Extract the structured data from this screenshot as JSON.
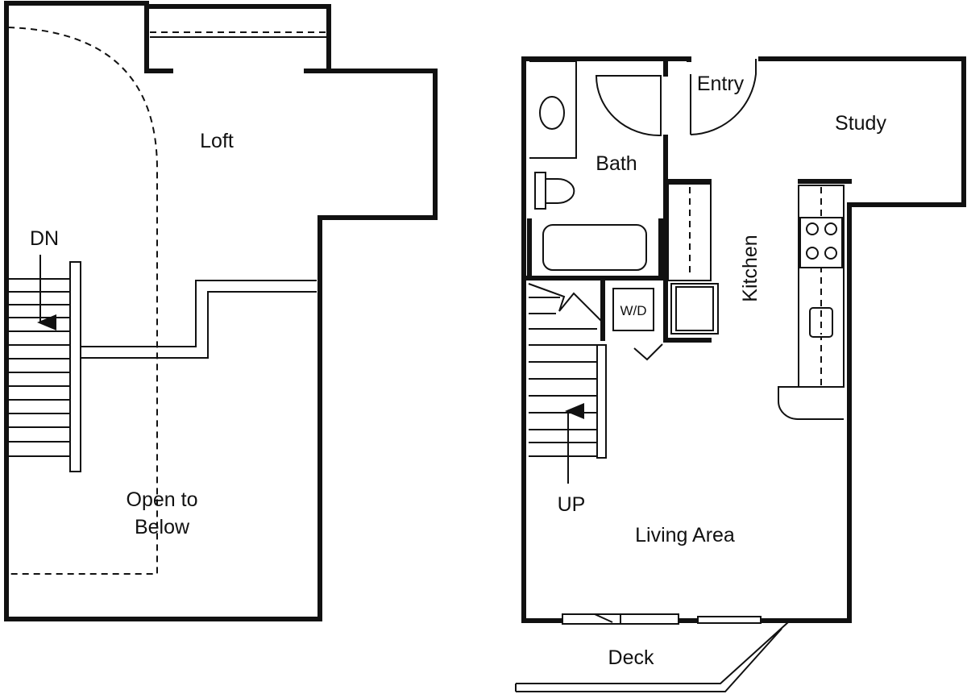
{
  "upper_floor": {
    "loft": "Loft",
    "down": "DN",
    "open_line1": "Open to",
    "open_line2": "Below"
  },
  "main_floor": {
    "entry": "Entry",
    "study": "Study",
    "bath": "Bath",
    "kitchen": "Kitchen",
    "washer_dryer": "W/D",
    "up": "UP",
    "living": "Living Area",
    "deck": "Deck"
  }
}
